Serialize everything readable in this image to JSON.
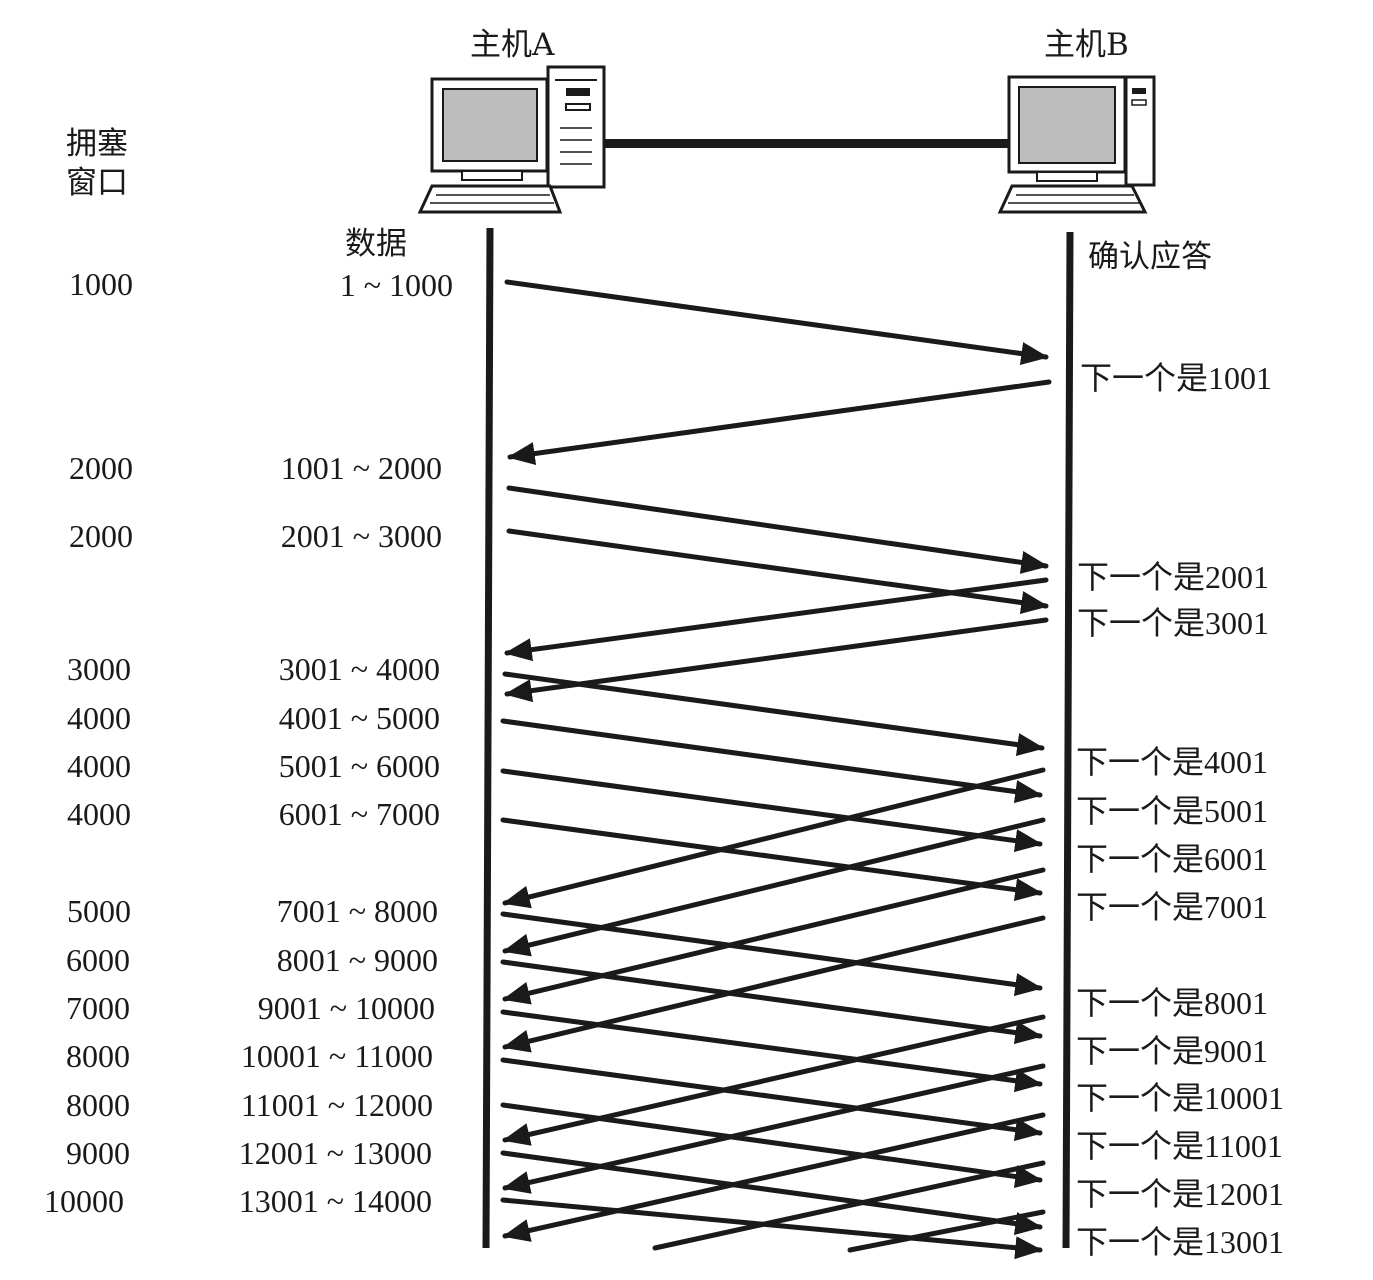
{
  "hosts": {
    "a_label": "主机A",
    "b_label": "主机B"
  },
  "columns": {
    "cwnd_title_line1": "拥塞",
    "cwnd_title_line2": "窗口",
    "data_title": "数据",
    "ack_title": "确认应答"
  },
  "segments": [
    {
      "cwnd": "1000",
      "range": "1 ~ 1000"
    },
    {
      "cwnd": "2000",
      "range": "1001 ~ 2000"
    },
    {
      "cwnd": "2000",
      "range": "2001 ~ 3000"
    },
    {
      "cwnd": "3000",
      "range": "3001 ~ 4000"
    },
    {
      "cwnd": "4000",
      "range": "4001 ~ 5000"
    },
    {
      "cwnd": "4000",
      "range": "5001 ~ 6000"
    },
    {
      "cwnd": "4000",
      "range": "6001 ~ 7000"
    },
    {
      "cwnd": "5000",
      "range": "7001 ~ 8000"
    },
    {
      "cwnd": "6000",
      "range": "8001 ~ 9000"
    },
    {
      "cwnd": "7000",
      "range": "9001 ~ 10000"
    },
    {
      "cwnd": "8000",
      "range": "10001 ~ 11000"
    },
    {
      "cwnd": "8000",
      "range": "11001 ~ 12000"
    },
    {
      "cwnd": "9000",
      "range": "12001 ~ 13000"
    },
    {
      "cwnd": "10000",
      "range": "13001 ~ 14000"
    }
  ],
  "acks": [
    "下一个是1001",
    "下一个是2001",
    "下一个是3001",
    "下一个是4001",
    "下一个是5001",
    "下一个是6001",
    "下一个是7001",
    "下一个是8001",
    "下一个是9001",
    "下一个是10001",
    "下一个是11001",
    "下一个是12001",
    "下一个是13001"
  ]
}
